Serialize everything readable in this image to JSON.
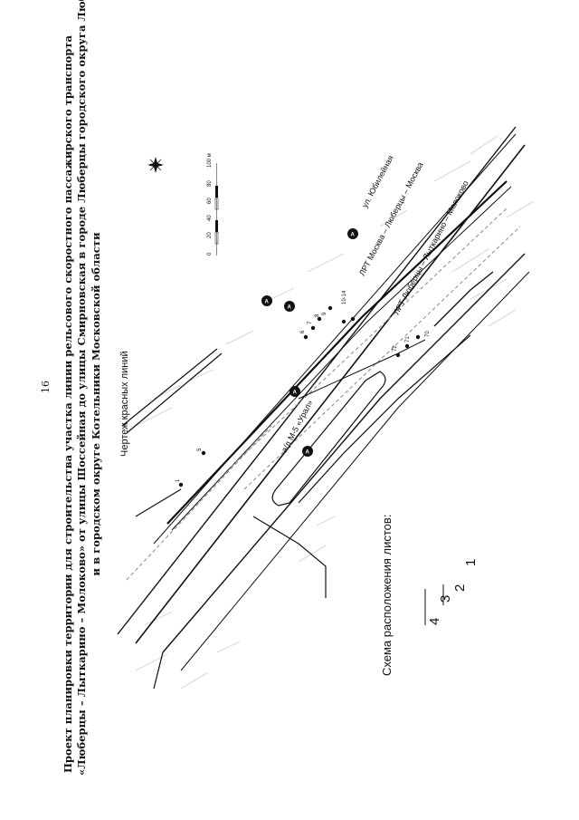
{
  "page_number": "16",
  "title_lines": [
    "Проект планировки территории для строительства участка линии рельсового скоростного пассажирского транспорта",
    "«Люберцы – Лыткарино – Молоково» от улицы Шоссейная до улицы Смирновская в городе Люберцы городского округа Люберцы",
    "и в городском округе Котельники Московской области"
  ],
  "subtitle": "Чертеж красных линий",
  "map_labels": {
    "street_yubileynaya": "ул. Юбилейная",
    "lrt_moscow": "ЛРТ Москва – Люберцы – Москва",
    "lrt_molokovo": "ЛРТ Люберцы – Лыткарино – Молоково",
    "highway": "а/д М-5 «Урал»",
    "point_labels": [
      "1",
      "5",
      "6",
      "7",
      "8",
      "9",
      "10-14",
      "72",
      "71",
      "70"
    ],
    "marker_letter": "А"
  },
  "scale_bar": {
    "ticks": [
      "0",
      "20",
      "40",
      "60",
      "80",
      "100 м"
    ]
  },
  "sheet_scheme": {
    "title": "Схема расположения листов:",
    "numbers": [
      "1",
      "2",
      "3",
      "4"
    ]
  },
  "colors": {
    "ink": "#111111",
    "red_line": "#222222",
    "dashed": "#888888"
  }
}
